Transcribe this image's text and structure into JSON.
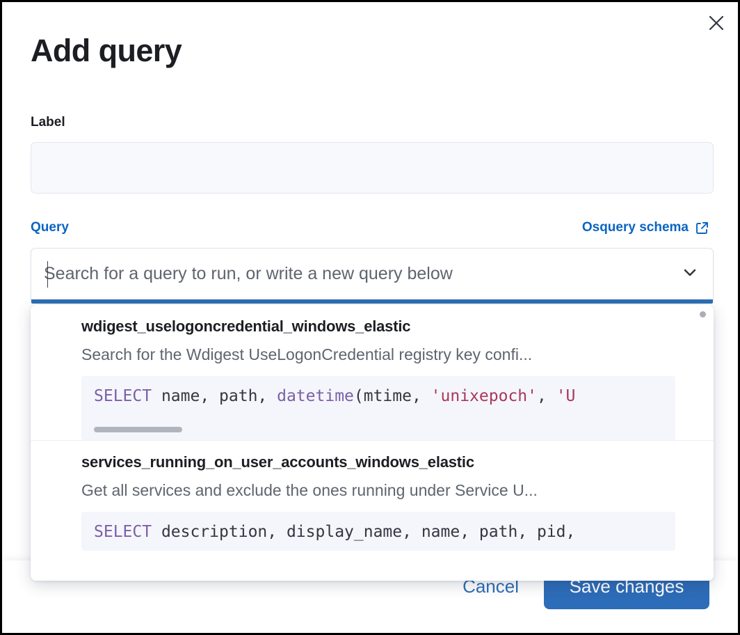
{
  "modal": {
    "title": "Add query",
    "close_icon": "close-icon"
  },
  "label_field": {
    "label": "Label",
    "value": "",
    "placeholder": ""
  },
  "query_field": {
    "label": "Query",
    "schema_link": "Osquery schema",
    "schema_link_icon": "external-link-icon",
    "placeholder": "Search for a query to run, or write a new query below",
    "value": "",
    "caret_icon": "chevron-down-icon"
  },
  "dropdown": {
    "items": [
      {
        "title": "wdigest_uselogoncredential_windows_elastic",
        "description": "Search for the Wdigest UseLogonCredential registry key confi...",
        "code_tokens": [
          {
            "t": "SELECT",
            "c": "kw"
          },
          {
            "t": " name, path, ",
            "c": "plain"
          },
          {
            "t": "datetime",
            "c": "fn"
          },
          {
            "t": "(mtime, ",
            "c": "plain"
          },
          {
            "t": "'unixepoch'",
            "c": "str"
          },
          {
            "t": ", ",
            "c": "plain"
          },
          {
            "t": "'U",
            "c": "str"
          }
        ],
        "has_hscroll": true
      },
      {
        "title": "services_running_on_user_accounts_windows_elastic",
        "description": "Get all services and exclude the ones running under Service U...",
        "code_tokens": [
          {
            "t": "SELECT",
            "c": "kw"
          },
          {
            "t": " description, display_name, name, path, pid,",
            "c": "plain"
          }
        ],
        "has_hscroll": false
      }
    ]
  },
  "footer": {
    "cancel_label": "Cancel",
    "save_label": "Save changes"
  },
  "colors": {
    "accent_blue": "#2d6cb8",
    "link_blue": "#0b64c4",
    "focus_underline": "#2f6fb5",
    "sql_keyword": "#7b5fa8",
    "sql_string": "#a8385a",
    "code_bg": "#f5f6fb",
    "input_bg": "#f8f9fd",
    "text_dark": "#1c1e23",
    "text_muted": "#5f646e"
  }
}
